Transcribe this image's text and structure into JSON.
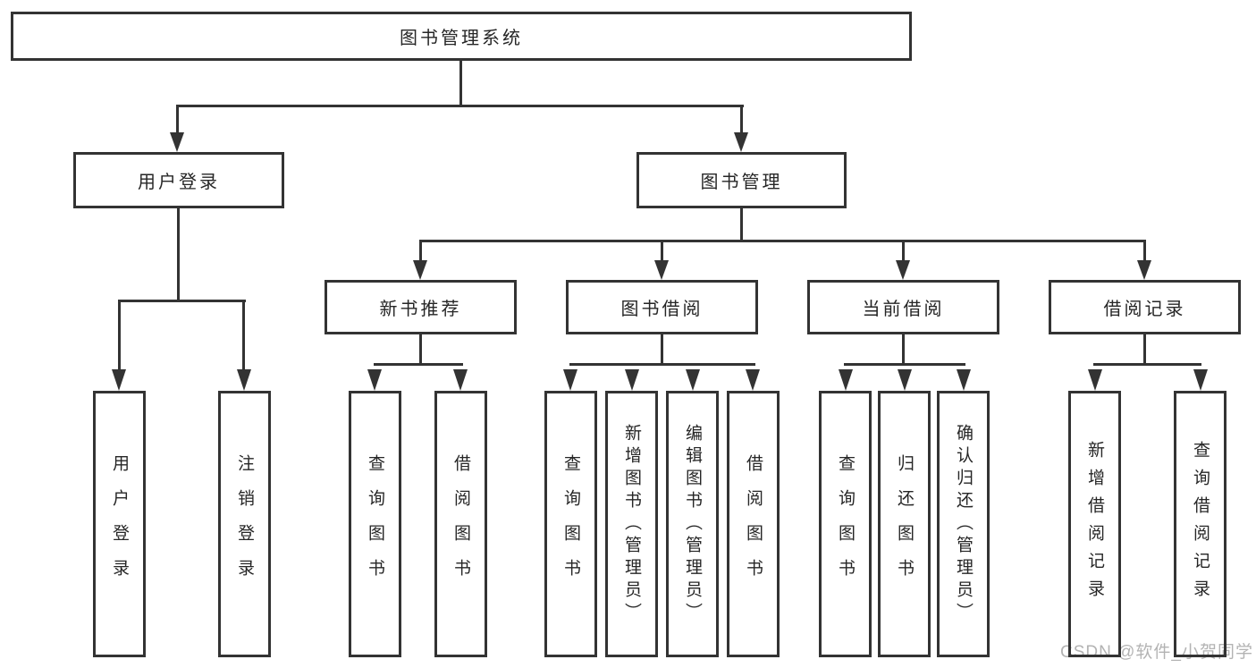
{
  "tree": {
    "root": {
      "label": "图书管理系统",
      "children": [
        {
          "label": "用户登录",
          "children": [
            {
              "label": "用户登录"
            },
            {
              "label": "注销登录"
            }
          ]
        },
        {
          "label": "图书管理",
          "children": [
            {
              "label": "新书推荐",
              "children": [
                {
                  "label": "查询图书"
                },
                {
                  "label": "借阅图书"
                }
              ]
            },
            {
              "label": "图书借阅",
              "children": [
                {
                  "label": "查询图书"
                },
                {
                  "label": "新增图书（管理员）"
                },
                {
                  "label": "编辑图书（管理员）"
                },
                {
                  "label": "借阅图书"
                }
              ]
            },
            {
              "label": "当前借阅",
              "children": [
                {
                  "label": "查询图书"
                },
                {
                  "label": "归还图书"
                },
                {
                  "label": "确认归还（管理员）"
                }
              ]
            },
            {
              "label": "借阅记录",
              "children": [
                {
                  "label": "新增借阅记录"
                },
                {
                  "label": "查询借阅记录"
                }
              ]
            }
          ]
        }
      ]
    }
  },
  "watermark": {
    "label": "CSDN @软件_小贺同学"
  },
  "colors": {
    "line": "#333333",
    "text": "#262626",
    "watermark": "#b3b3b3",
    "background": "#ffffff"
  }
}
